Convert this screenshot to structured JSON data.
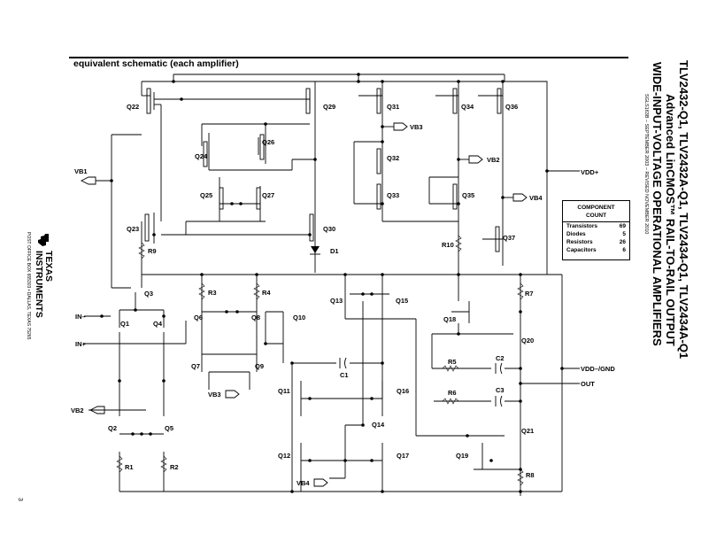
{
  "section": {
    "title": "equivalent schematic (each amplifier)"
  },
  "right_title": {
    "line1": "TLV2432-Q1, TLV2432A-Q1, TLV2434-Q1, TLV2434A-Q1",
    "line2": "Advanced LinCMOS™ RAIL-TO-RAIL OUTPUT",
    "line3": "WIDE-INPUT-VOLTAGE OPERATIONAL AMPLIFIERS",
    "doc": "SGLS163B – SEPTEMBER 2003 – REVISED NOVEMBER 2010"
  },
  "left_logo": {
    "line1": "TEXAS",
    "line2": "INSTRUMENTS",
    "address": "POST OFFICE BOX 655303 • DALLAS, TEXAS 75265"
  },
  "page_number": "3",
  "component_count": {
    "title_line1": "COMPONENT",
    "title_line2": "COUNT",
    "rows": [
      {
        "label": "Transistors",
        "value": "69"
      },
      {
        "label": "Diodes",
        "value": "5"
      },
      {
        "label": "Resistors",
        "value": "26"
      },
      {
        "label": "Capacitors",
        "value": "6"
      }
    ]
  },
  "pins": {
    "vb1": "VB1",
    "vb2": "VB2",
    "vb3": "VB3",
    "vb4": "VB4",
    "vb3_in": "VB3",
    "vb4_in": "VB4",
    "vb2_out": "VB2",
    "in_minus": "IN–",
    "in_plus": "IN+",
    "vdd_plus": "VDD+",
    "vdd_minus": "VDD–/GND",
    "out": "OUT"
  },
  "components": {
    "q22": "Q22",
    "q29": "Q29",
    "q31": "Q31",
    "q34": "Q34",
    "q36": "Q36",
    "q26": "Q26",
    "q24": "Q24",
    "q25": "Q25",
    "q27": "Q27",
    "q32": "Q32",
    "q33": "Q33",
    "q35": "Q35",
    "q23": "Q23",
    "q30": "Q30",
    "q37": "Q37",
    "d1": "D1",
    "r9": "R9",
    "r10": "R10",
    "q3": "Q3",
    "q1": "Q1",
    "q4": "Q4",
    "q6": "Q6",
    "q8": "Q8",
    "q10": "Q10",
    "q13": "Q13",
    "q15": "Q15",
    "q18": "Q18",
    "q20": "Q20",
    "q7": "Q7",
    "q9": "Q9",
    "q11": "Q11",
    "q16": "Q16",
    "q14": "Q14",
    "q12": "Q12",
    "q17": "Q17",
    "q19": "Q19",
    "q21": "Q21",
    "q2": "Q2",
    "q5": "Q5",
    "r1": "R1",
    "r2": "R2",
    "r3": "R3",
    "r4": "R4",
    "r5": "R5",
    "r6": "R6",
    "r7": "R7",
    "r8": "R8",
    "c1": "C1",
    "c2": "C2",
    "c3": "C3"
  }
}
